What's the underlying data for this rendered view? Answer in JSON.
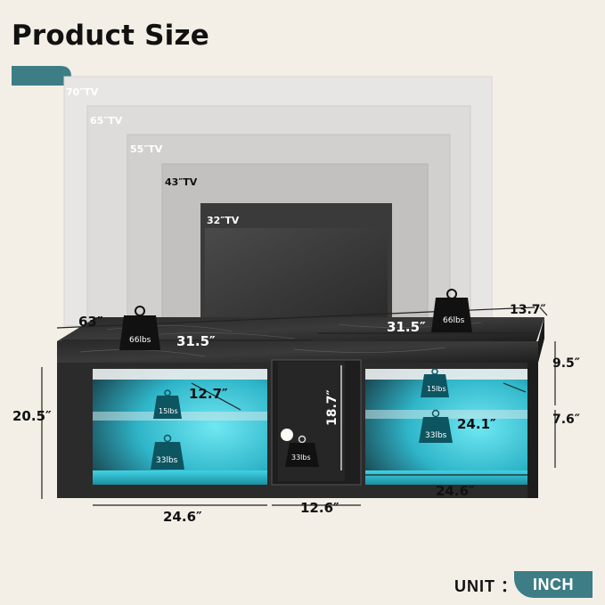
{
  "header": {
    "title": "Product Size"
  },
  "tv_sizes": [
    "70″TV",
    "65″TV",
    "55″TV",
    "43″TV",
    "32″TV"
  ],
  "dimensions": {
    "total_width": "63″",
    "depth": "13.7″",
    "half_width_left": "31.5″",
    "half_width_right": "31.5″",
    "height": "20.5″",
    "upper_shelf_height": "9.5″",
    "lower_shelf_height": "7.6″",
    "glass_shelf_depth": "12.7″",
    "right_shelf_depth": "24.1″",
    "center_height": "18.7″",
    "left_width": "24.6″",
    "center_width": "12.6″",
    "right_width": "24.6″"
  },
  "weights": {
    "top_left": "66lbs",
    "top_right": "66lbs",
    "left_upper": "15lbs",
    "left_lower": "33lbs",
    "center": "33lbs",
    "right_upper": "15lbs",
    "right_lower": "33lbs"
  },
  "unit": {
    "label": "UNIT ：",
    "value": "INCH"
  },
  "colors": {
    "accent": "#3d7d85",
    "background": "#f3efe7",
    "led": "#3fd3e4"
  }
}
